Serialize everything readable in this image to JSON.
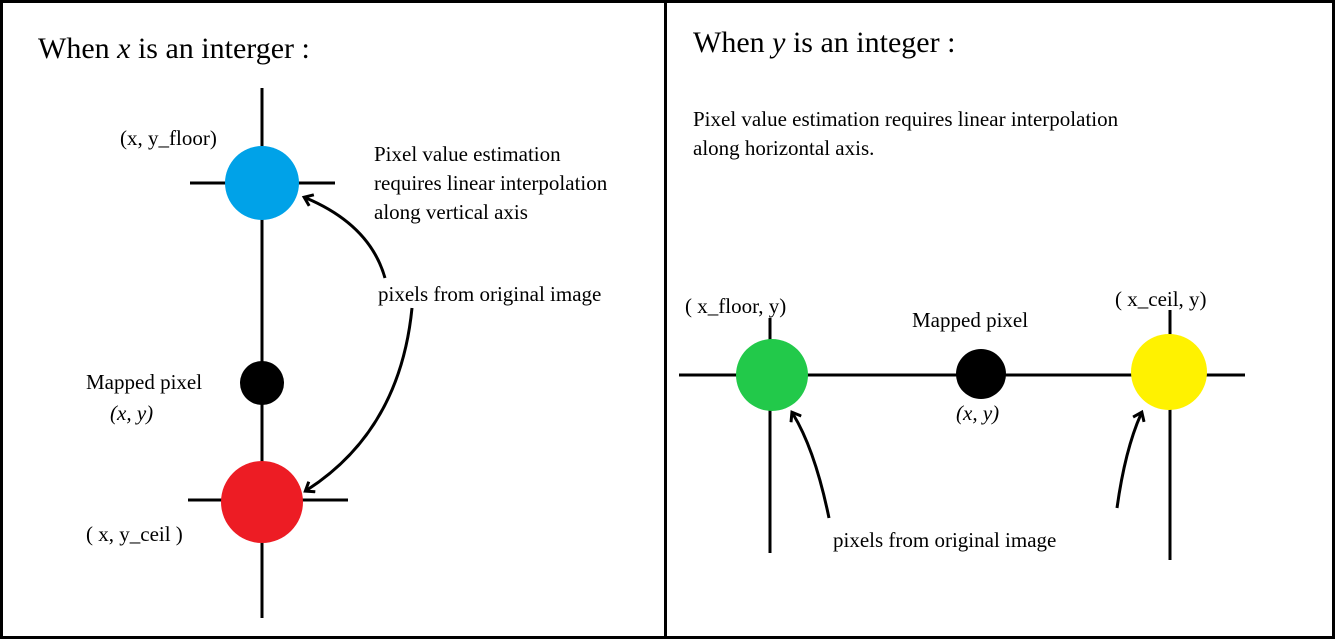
{
  "left_panel": {
    "title_prefix": "When",
    "title_var": "x",
    "title_suffix": "is an interger :",
    "description": "Pixel value estimation\nrequires linear interpolation\nalong vertical axis",
    "top_pixel_label": "(x, y_floor)",
    "bottom_pixel_label": "( x, y_ceil )",
    "mapped_label": "Mapped pixel",
    "mapped_coord": "(x, y)",
    "original_label": "pixels from original image",
    "colors": {
      "top_pixel": "#00A2E8",
      "bottom_pixel": "#ED1C24",
      "mapped_pixel": "#000000"
    }
  },
  "right_panel": {
    "title_prefix": "When",
    "title_var": "y",
    "title_suffix": "is an integer :",
    "description": "Pixel value estimation requires linear interpolation\nalong horizontal axis.",
    "left_pixel_label": "( x_floor, y)",
    "right_pixel_label": "( x_ceil, y)",
    "mapped_label": "Mapped pixel",
    "mapped_coord": "(x, y)",
    "original_label": "pixels from original image",
    "colors": {
      "left_pixel": "#22C94A",
      "right_pixel": "#FFF200",
      "mapped_pixel": "#000000"
    }
  }
}
